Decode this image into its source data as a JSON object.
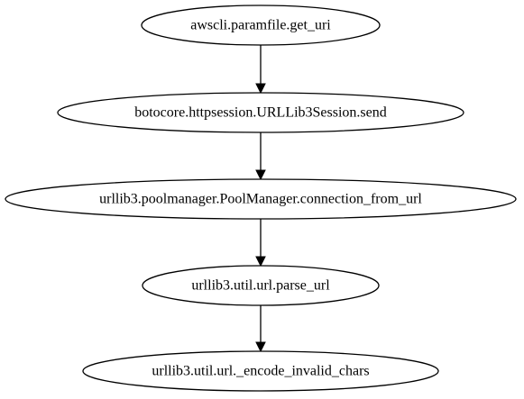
{
  "diagram": {
    "nodes": [
      {
        "id": "n1",
        "label": "awscli.paramfile.get_uri"
      },
      {
        "id": "n2",
        "label": "botocore.httpsession.URLLib3Session.send"
      },
      {
        "id": "n3",
        "label": "urllib3.poolmanager.PoolManager.connection_from_url"
      },
      {
        "id": "n4",
        "label": "urllib3.util.url.parse_url"
      },
      {
        "id": "n5",
        "label": "urllib3.util.url._encode_invalid_chars"
      }
    ],
    "edges": [
      {
        "from": "n1",
        "to": "n2"
      },
      {
        "from": "n2",
        "to": "n3"
      },
      {
        "from": "n3",
        "to": "n4"
      },
      {
        "from": "n4",
        "to": "n5"
      }
    ]
  }
}
